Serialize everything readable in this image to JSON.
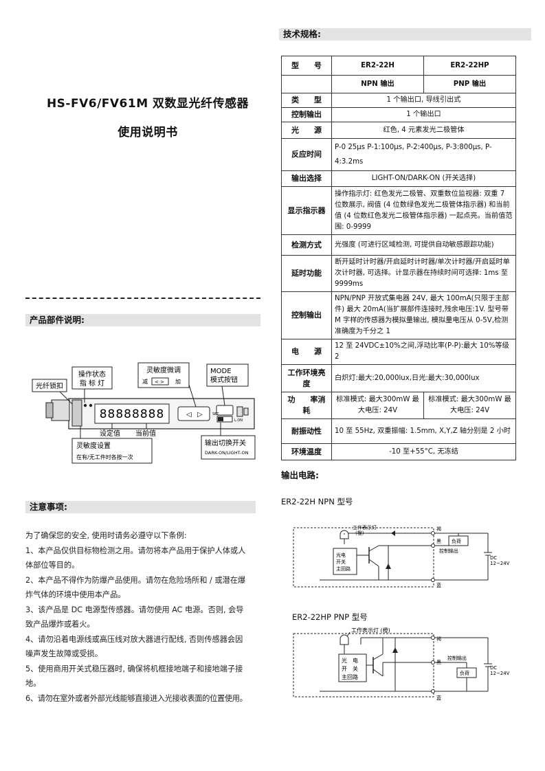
{
  "left": {
    "title": "HS-FV6/FV61M 双数显光纤传感器",
    "subtitle": "使用说明书",
    "parts_heading": "产品部件说明:",
    "diagram": {
      "fiber_lock": "光纤锁扣",
      "op_status_1": "操作状态",
      "op_status_2": "指 标 灯",
      "sensitivity_tune": "灵敏度微调",
      "decrease": "减",
      "increase": "加",
      "mode_1": "MODE",
      "mode_2": "模式按钮",
      "digits": "88888888",
      "set_value": "设定值",
      "current_value": "当前值",
      "sens_setting": "灵敏度设置",
      "sens_detail": "在有/无工件时各按一次",
      "output_switch": "输出切换开关",
      "output_switch_detail": "DARK-ON/LIGHT-ON",
      "set_btn": "SET",
      "dark": "DARK",
      "light": "L.ON"
    },
    "notes_heading": "注意事项:",
    "notes": [
      "为了确保您的安全, 使用时请务必遵守以下条例:",
      "1、本产品仅供目标物检测之用。请勿将本产品用于保护人体或人",
      "体部位等目的。",
      "2、本产品不得作为防爆产品使用。请勿在危险场所和 / 或潜在爆",
      "炸气体的环境中使用本产品。",
      "3、该产品是 DC 电源型传感器。请勿使用 AC 电源。否则, 会导",
      "致产品爆炸或着火。",
      "4、请勿沿着电源线或高压线对放大器进行配线, 否则传感器会因",
      "噪声发生故障或受损。",
      "5、使用商用开关式稳压器时, 确保将机框接地端子和接地端子接",
      "地。",
      "6、请勿在室外或者外部光线能够直接进入光接收表面的位置使用。"
    ]
  },
  "right": {
    "spec_heading": "技术规格:",
    "table": {
      "r0": [
        "型　　号",
        "ER2-22H",
        "ER2-22HP"
      ],
      "r1": [
        "NPN 输出",
        "PNP 输出"
      ],
      "r2": [
        "类　　型",
        "1 个输出口, 导线引出式"
      ],
      "r3": [
        "控制输出",
        "1 个输出口"
      ],
      "r4": [
        "光　　源",
        "红色, 4 元素发光二极管体"
      ],
      "r5": [
        "反应时间",
        "P-0 25μs P-1:100μs, P-2:400μs, P-3:800μs, P-4:3.2ms"
      ],
      "r6": [
        "输出选择",
        "LIGHT-ON/DARK-ON (开关选择)"
      ],
      "r7": [
        "显示指示器",
        "操作指示灯: 红色发光二极管、双重数位监视器: 双重 7 位数展示, 阀值 (4 位数绿色发光二极管体指示器) 和当前值 (4 位数红色发光二极管体指示器) 一起点亮。当前值范围: 0-9999"
      ],
      "r8": [
        "检测方式",
        "光强度 (可进行区域检测, 可提供自动敏感跟踪功能)"
      ],
      "r9": [
        "延时功能",
        "断开延时计时器/开启延时计时器/单次计时器/开启延时单次计时器, 可选择。计显示器在持续时间可选择: 1ms 至 9999ms"
      ],
      "r10": [
        "控制输出",
        "NPN/PNP 开放式集电器 24V, 最大 100mA(只限于主部件) 最大 20mA(当扩展部件连接时,残余电压:1V. 型号带 M 字样的传感器为模拟量输出, 模拟量电压从 0-5V,检测准确度为千分之 1"
      ],
      "r11": [
        "电　　源",
        "12 至 24VDC±10%之间,浮动比率(P-P):最大 10%等级 2"
      ],
      "r12": [
        "工作环境亮度",
        "白炽灯:最大:20,000lux,日光:最大:30,000lux"
      ],
      "r13": [
        "功　　率消　　耗",
        "标准模式: 最大300mW 最大电压: 24V",
        "标准模式: 最大300mW 最大电压: 24V"
      ],
      "r14": [
        "耐振动性",
        "10 至 55Hz, 双重振幅: 1.5mm, X,Y,Z 轴分别是 2 小时"
      ],
      "r15": [
        "环境温度",
        "-10 至+55°C, 无冻结"
      ]
    },
    "circuit_heading": "输出电路:",
    "npn_label": "ER2-22H NPN 型号",
    "pnp_label": "ER2-22HP PNP 型号",
    "npn": {
      "indicator": "工作表示灯",
      "indicator2": "(橙)",
      "brown": "褐",
      "black": "黑",
      "blue": "蓝",
      "load": "负荷",
      "ctrl_out": "控制输出",
      "dc": "DC",
      "volt": "12~24V",
      "main1": "光电",
      "main2": "开关",
      "main3": "主回路"
    },
    "pnp": {
      "indicator": "工作表示灯 (橙)",
      "brown": "褐",
      "black": "黑",
      "blue": "蓝",
      "load": "负荷",
      "ctrl_out": "控制输出",
      "dc": "DC",
      "volt": "12~24V",
      "main1": "光　电",
      "main2": "开　关",
      "main3": "主回路"
    }
  }
}
